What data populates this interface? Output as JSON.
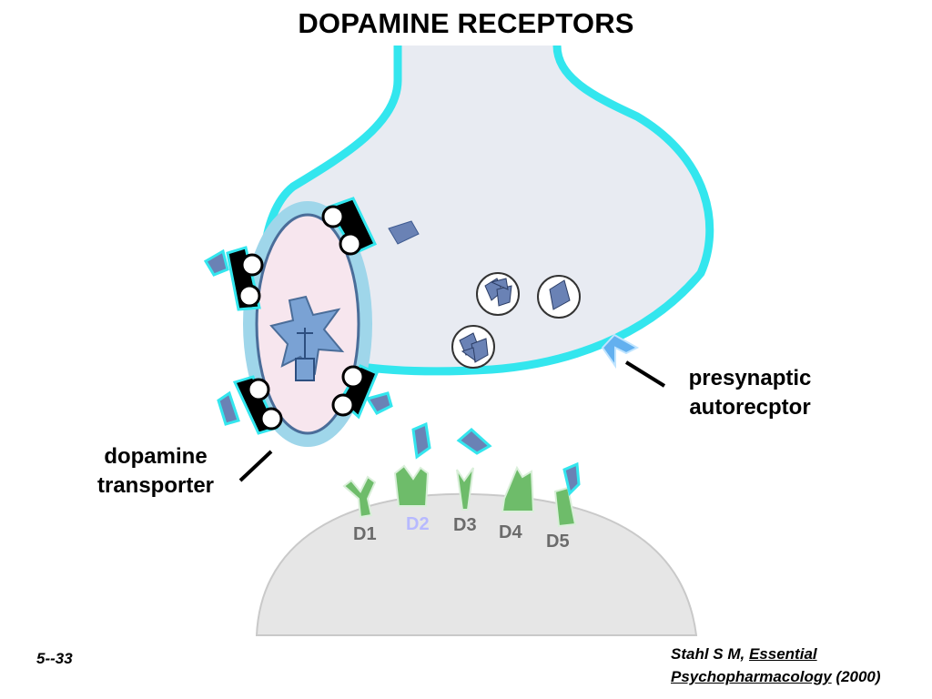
{
  "title": "DOPAMINE RECEPTORS",
  "labels": {
    "presynaptic": [
      "presynaptic",
      "autorecptor"
    ],
    "transporter": [
      "dopamine",
      "transporter"
    ]
  },
  "receptors": [
    {
      "name": "D1",
      "color": "#6b6b6b"
    },
    {
      "name": "D2",
      "color": "#b7b9ff"
    },
    {
      "name": "D3",
      "color": "#6b6b6b"
    },
    {
      "name": "D4",
      "color": "#6b6b6b"
    },
    {
      "name": "D5",
      "color": "#6b6b6b"
    }
  ],
  "slide_number": "5--33",
  "citation": {
    "author": "Stahl S M,",
    "book_part1": "Essential",
    "book_part2": "Psychopharmacology",
    "year": "(2000)"
  },
  "colors": {
    "neuron_membrane": "#33e6ee",
    "neuron_fill": "#e8ebf2",
    "dopamine": "#6a82b5",
    "receptor_green": "#6ebc6a",
    "postsynaptic_fill": "#e6e6e6",
    "transporter_fill": "#f7e6ee",
    "autoreceptor": "#63b0ef"
  }
}
